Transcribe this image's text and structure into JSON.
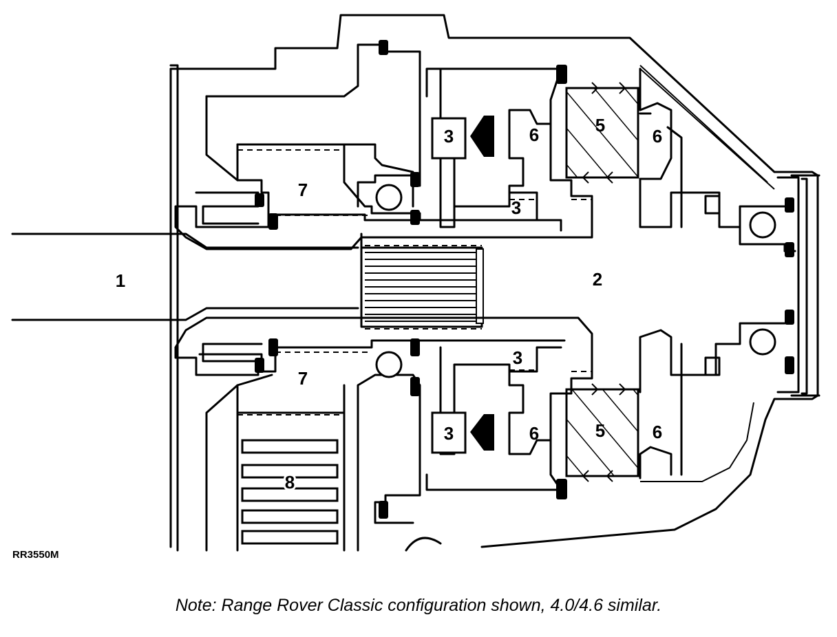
{
  "diagram": {
    "reference_code": "RR3550M",
    "note": "Note:  Range Rover Classic configuration shown, 4.0/4.6 similar.",
    "callouts": {
      "input_shaft": "1",
      "output_hub": "2",
      "piston_upper": "3",
      "piston_upper_small": "3",
      "piston_lower": "3",
      "piston_lower_small": "3",
      "clutch_pack_upper": "5",
      "clutch_pack_lower": "5",
      "plate_upper_left": "6",
      "plate_upper_right": "6",
      "plate_lower_left": "6",
      "plate_lower_right": "6",
      "chamber_upper": "7",
      "chamber_lower": "7",
      "oil_cooler": "8"
    }
  }
}
